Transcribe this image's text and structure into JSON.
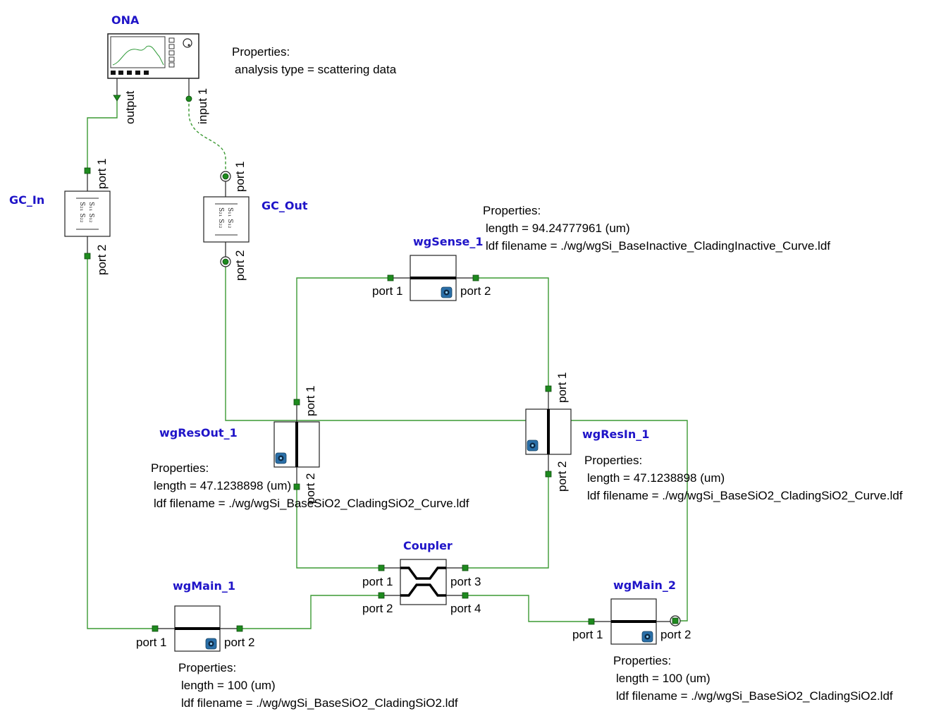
{
  "properties_heading": "Properties:",
  "components": {
    "ona": {
      "name": "ONA",
      "ports": {
        "output": "output",
        "input": "input 1"
      },
      "props": [
        "analysis type = scattering data"
      ]
    },
    "gc_in": {
      "name": "GC_In",
      "ports": {
        "p1": "port 1",
        "p2": "port 2"
      },
      "matrix": [
        "S₁₁ S₁₂",
        "S₂₁ S₂₂"
      ]
    },
    "gc_out": {
      "name": "GC_Out",
      "ports": {
        "p1": "port 1",
        "p2": "port 2"
      },
      "matrix": [
        "S₁₁ S₁₂",
        "S₂₁ S₂₂"
      ]
    },
    "wg_sense": {
      "name": "wgSense_1",
      "ports": {
        "p1": "port 1",
        "p2": "port 2"
      },
      "props": [
        "length = 94.24777961 (um)",
        "ldf filename = ./wg/wgSi_BaseInactive_CladingInactive_Curve.ldf"
      ]
    },
    "wg_res_out": {
      "name": "wgResOut_1",
      "ports": {
        "p1": "port 1",
        "p2": "port 2"
      },
      "props": [
        "length = 47.1238898 (um)",
        "ldf filename = ./wg/wgSi_BaseSiO2_CladingSiO2_Curve.ldf"
      ]
    },
    "wg_res_in": {
      "name": "wgResIn_1",
      "ports": {
        "p1": "port 1",
        "p2": "port 2"
      },
      "props": [
        "length = 47.1238898 (um)",
        "ldf filename = ./wg/wgSi_BaseSiO2_CladingSiO2_Curve.ldf"
      ]
    },
    "coupler": {
      "name": "Coupler",
      "ports": {
        "p1": "port 1",
        "p2": "port 2",
        "p3": "port 3",
        "p4": "port 4"
      }
    },
    "wg_main1": {
      "name": "wgMain_1",
      "ports": {
        "p1": "port 1",
        "p2": "port 2"
      },
      "props": [
        "length = 100 (um)",
        "ldf filename = ./wg/wgSi_BaseSiO2_CladingSiO2.ldf"
      ]
    },
    "wg_main2": {
      "name": "wgMain_2",
      "ports": {
        "p1": "port 1",
        "p2": "port 2"
      },
      "props": [
        "length = 100 (um)",
        "ldf filename = ./wg/wgSi_BaseSiO2_CladingSiO2.ldf"
      ]
    }
  },
  "colors": {
    "label": "#1f14c8",
    "wire": "#3c9a34",
    "port": "#1e8a1e"
  }
}
